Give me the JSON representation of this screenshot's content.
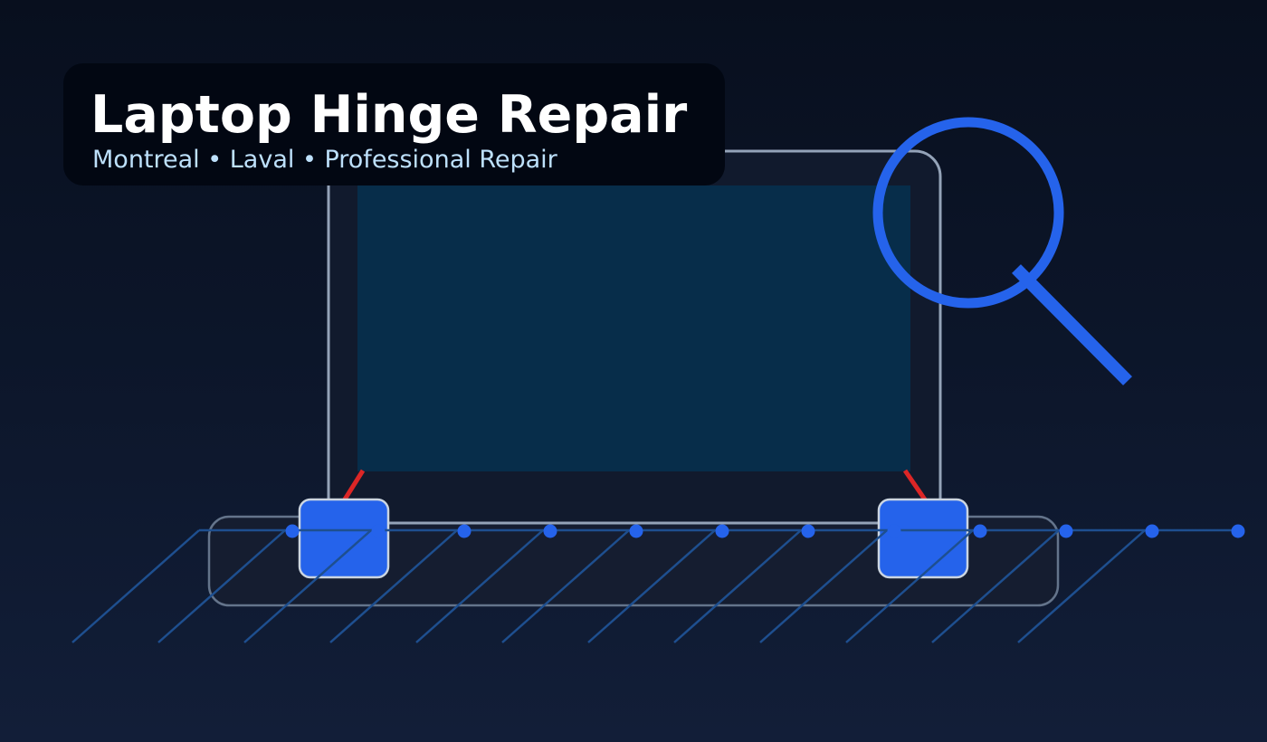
{
  "header": {
    "title": "Laptop Hinge Repair",
    "subtitle": "Montreal • Laval • Professional Repair"
  },
  "illustration": {
    "subject": "laptop-with-hinges",
    "icons": [
      "magnifier-icon",
      "hinge-icon",
      "crack-mark-icon"
    ],
    "colors": {
      "background_top": "#080f1e",
      "background_bottom": "#121e38",
      "title_card": "#020712",
      "title_text": "#ffffff",
      "subtitle_text": "#bde0fb",
      "laptop_bezel": "#111a2d",
      "laptop_outline": "#94a3b8",
      "screen": "#072d4a",
      "keyboard_base": "#151d30",
      "base_outline": "#64748b",
      "hinge": "#2563eb",
      "hinge_outline": "#cbd5e1",
      "accent_blue": "#2563eb",
      "grid_line": "#1e4f8f",
      "crack": "#dc2626"
    }
  }
}
